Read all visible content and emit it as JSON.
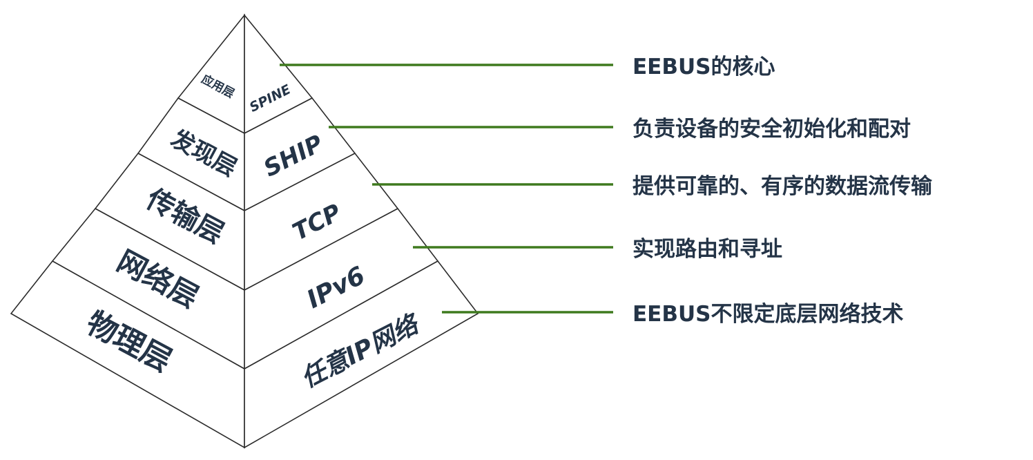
{
  "accent_color": "#3f7a1e",
  "text_color": "#243447",
  "layers": [
    {
      "name": "应用层",
      "protocol": "SPINE",
      "description": "EEBUS的核心"
    },
    {
      "name": "发现层",
      "protocol": "SHIP",
      "description": "负责设备的安全初始化和配对"
    },
    {
      "name": "传输层",
      "protocol": "TCP",
      "description": "提供可靠的、有序的数据流传输"
    },
    {
      "name": "网络层",
      "protocol": "IPv6",
      "description": "实现路由和寻址"
    },
    {
      "name": "物理层",
      "protocol": "任意IP网络",
      "description": "EEBUS不限定底层网络技术"
    }
  ]
}
